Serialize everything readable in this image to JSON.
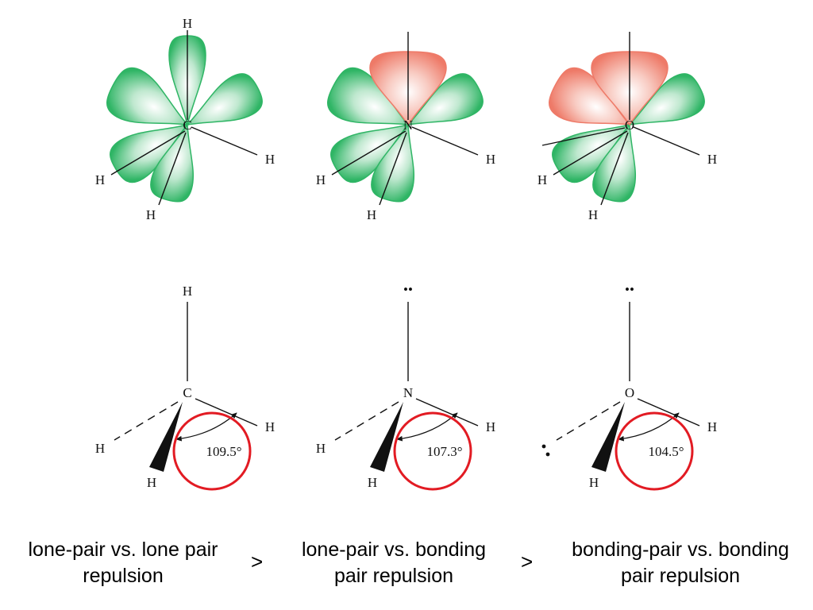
{
  "molecules": [
    {
      "id": "methane",
      "center_atom": "C",
      "atoms": {
        "top": "H",
        "left": "H",
        "right": "H",
        "bottom": "H"
      },
      "bond_angle": "109.5°",
      "orbitals": {
        "top": "bonding",
        "upper_left": "bonding"
      }
    },
    {
      "id": "ammonia",
      "center_atom": "N",
      "atoms": {
        "top": "••",
        "left": "H",
        "right": "H",
        "bottom": "H"
      },
      "bond_angle": "107.3°",
      "orbitals": {
        "top": "lone-pair",
        "upper_left": "bonding"
      }
    },
    {
      "id": "water",
      "center_atom": "O",
      "atoms": {
        "top": "••",
        "left": "•",
        "right": "H",
        "bottom": "H"
      },
      "bond_angle": "104.5°",
      "orbitals": {
        "top": "lone-pair",
        "upper_left": "lone-pair"
      }
    }
  ],
  "captions": [
    {
      "line1": "lone-pair vs. lone pair",
      "line2": "repulsion"
    },
    {
      "line1": "lone-pair vs. bonding",
      "line2": "pair repulsion"
    },
    {
      "line1": "bonding-pair vs. bonding",
      "line2": "pair repulsion"
    }
  ],
  "comparisons": [
    ">",
    ">"
  ],
  "colors": {
    "bonding_orbital": "#2fb565",
    "lone_pair_orbital": "#ee7a68",
    "highlight_circle": "#e21b23",
    "line": "#111111"
  }
}
